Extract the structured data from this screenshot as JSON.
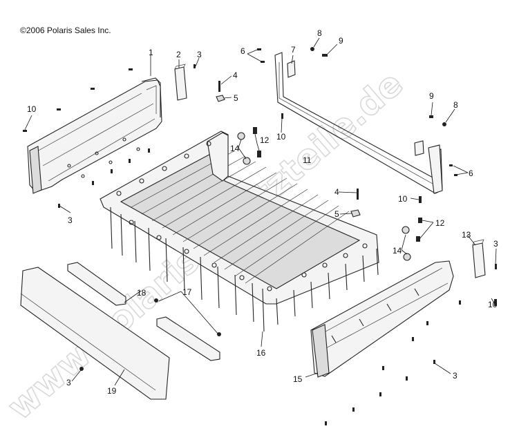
{
  "diagram": {
    "copyright": "©2006 Polaris Sales Inc.",
    "watermark": "www.polarisersatzteile.de",
    "callouts": [
      "1",
      "2",
      "3",
      "4",
      "5",
      "6",
      "7",
      "8",
      "9",
      "10",
      "11",
      "12",
      "13",
      "14",
      "15",
      "16",
      "17",
      "18",
      "19"
    ]
  }
}
